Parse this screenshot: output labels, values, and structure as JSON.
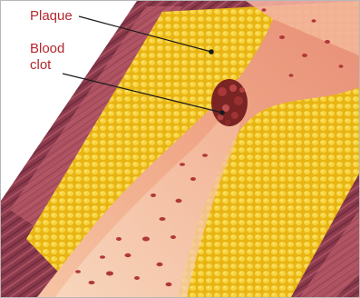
{
  "labels": {
    "plaque": "Plaque",
    "blood_clot_line1": "Blood",
    "blood_clot_line2": "clot"
  },
  "colors": {
    "label_text": "#b5262e",
    "leader_line": "#1a1a1a",
    "plaque": "#f0c020",
    "vessel_wall": "#8a3048",
    "vessel_lumen": "#f4b898",
    "blood_cells": "#a83030"
  }
}
